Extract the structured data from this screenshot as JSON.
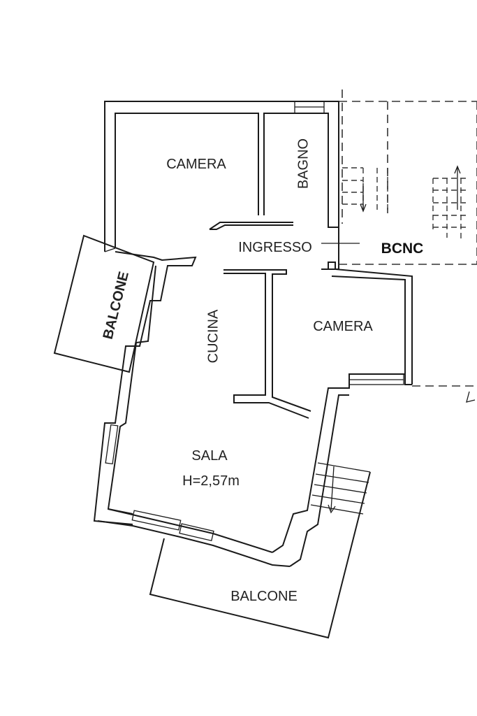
{
  "rooms": {
    "camera_top": "CAMERA",
    "bagno": "BAGNO",
    "ingresso": "INGRESSO",
    "bcnc": "BCNC",
    "balcone_left": "BALCONE",
    "cucina": "CUCINA",
    "camera_right": "CAMERA",
    "sala": "SALA",
    "sala_height": "H=2,57m",
    "balcone_bottom": "BALCONE"
  }
}
